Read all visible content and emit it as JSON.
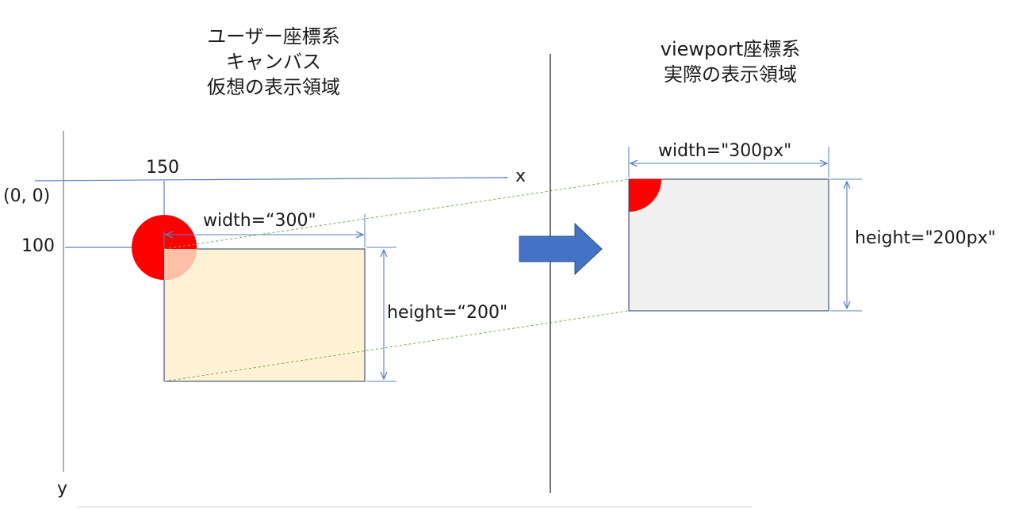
{
  "titles": {
    "user": [
      "ユーザー座標系",
      "キャンバス",
      "仮想の表示領域"
    ],
    "viewport": [
      "viewport座標系",
      "実際の表示領域"
    ]
  },
  "axes": {
    "x_label": "x",
    "y_label": "y",
    "origin_label": "(0, 0)",
    "x_tick": "150",
    "y_tick": "100"
  },
  "user_space": {
    "width_label": "width=“300\"",
    "height_label": "height=“200\""
  },
  "viewport_space": {
    "width_label": "width=\"300px\"",
    "height_label": "height=\"200px\""
  },
  "colors": {
    "axis": "#5b7fbf",
    "user_rect_fill": "#fff2d4",
    "viewport_rect_fill": "#f0f0f0",
    "circle": "#ff0000",
    "circle_overlap": "#ffc0a8",
    "arrow": "#4472c4",
    "guide": "#70ad47",
    "border": "#1f3864"
  }
}
